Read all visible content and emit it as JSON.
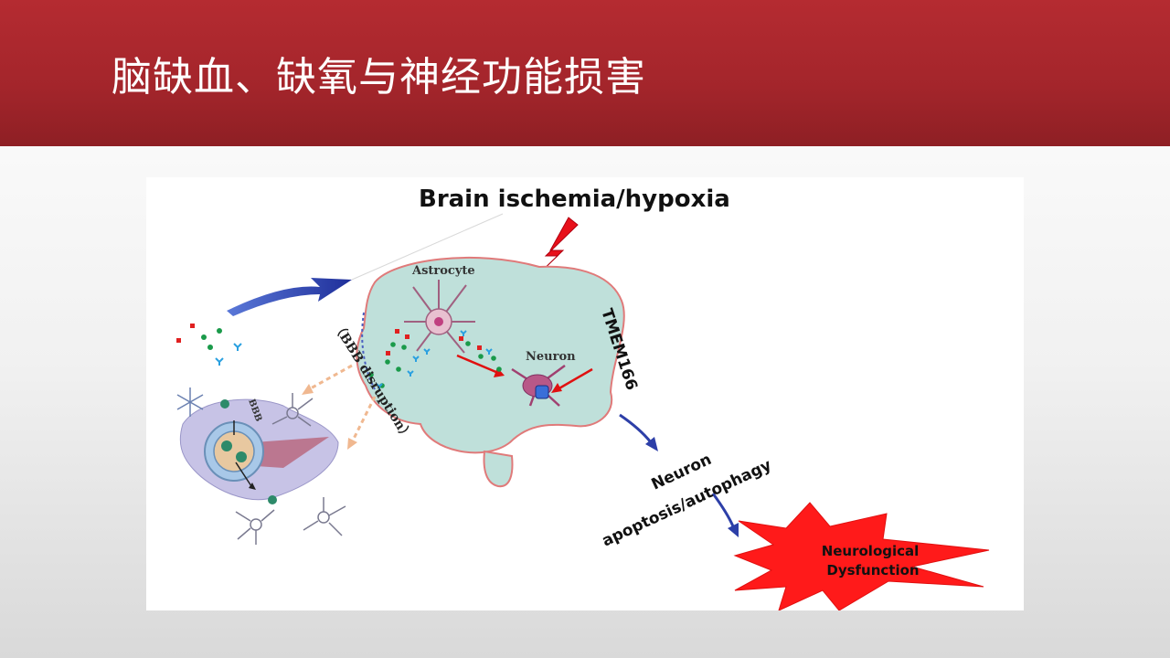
{
  "slide": {
    "title": "脑缺血、缺氧与神经功能损害"
  },
  "figure": {
    "heading": "Brain ischemia/hypoxia",
    "astrocyte_label": "Astrocyte",
    "neuron_label": "Neuron",
    "bbb_disruption_label": "（BBB disruption）",
    "bbb_label": "BBB",
    "protein_label": "TMEM166",
    "outcome_line1": "Neuron",
    "outcome_line2": "apoptosis/autophagy",
    "result_line1": "Neurological",
    "result_line2": "Dysfunction",
    "colors": {
      "header": "#b0282e",
      "brain_fill": "#bfe0da",
      "brain_outline": "#e07a7a",
      "lightning": "#e8101a",
      "arrow_blue": "#2d3fa8",
      "arrow_red": "#e01010",
      "burst": "#ff1a1a"
    }
  }
}
